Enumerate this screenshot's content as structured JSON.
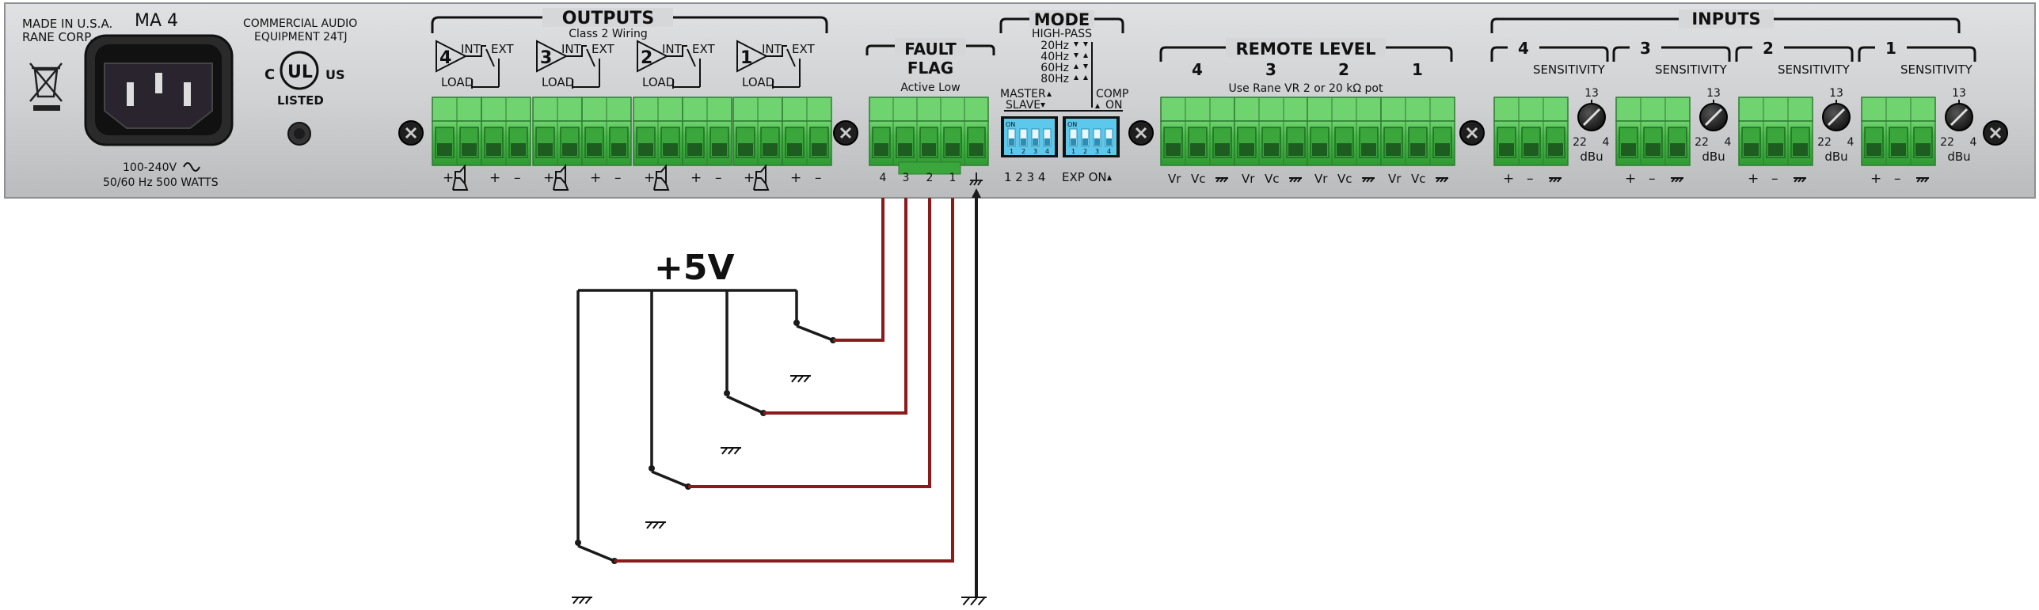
{
  "panel": {
    "made_in": "MADE IN U.S.A.",
    "maker": "RANE CORP.",
    "model": "MA 4",
    "power_voltage": "100-240V",
    "power_rating": "50/60 Hz 500 WATTS",
    "cert_line1": "COMMERCIAL AUDIO",
    "cert_line2": "EQUIPMENT 24TJ",
    "ul_c": "C",
    "ul_ul": "UL",
    "ul_us": "US",
    "ul_listed": "LISTED"
  },
  "outputs": {
    "title": "OUTPUTS",
    "subtitle": "Class 2 Wiring",
    "channels": [
      "4",
      "3",
      "2",
      "1"
    ],
    "int_label": "INT",
    "ext_label": "EXT",
    "load_label": "LOAD",
    "plus": "+",
    "minus": "–"
  },
  "fault": {
    "title1": "FAULT",
    "title2": "FLAG",
    "subtitle": "Active Low",
    "pins": [
      "4",
      "3",
      "2",
      "1"
    ]
  },
  "mode": {
    "title": "MODE",
    "highpass": "HIGH-PASS",
    "freqs": [
      "20Hz",
      "40Hz",
      "60Hz",
      "80Hz"
    ],
    "master": "MASTER",
    "slave": "SLAVE",
    "comp": "COMP",
    "on": "ON",
    "dip_on": "ON",
    "dip_numbers": [
      "1",
      "2",
      "3",
      "4"
    ],
    "switch_numbers": "1 2 3 4",
    "exp_on": "EXP ON"
  },
  "remote": {
    "title": "REMOTE LEVEL",
    "channels": [
      "4",
      "3",
      "2",
      "1"
    ],
    "subtitle": "Use Rane VR 2 or 20 kΩ pot",
    "pin_vr": "Vr",
    "pin_vc": "Vc"
  },
  "inputs": {
    "title": "INPUTS",
    "channels": [
      "4",
      "3",
      "2",
      "1"
    ],
    "sensitivity": "SENSITIVITY",
    "knob_top": "13",
    "knob_left": "22",
    "knob_right": "4",
    "unit": "dBu",
    "plus": "+",
    "minus": "–"
  },
  "schematic": {
    "supply_label": "+5V"
  },
  "colors": {
    "chassis": "#c9cbcd",
    "terminal_green": "#4cbb4c",
    "dip_blue": "#5bc8ec",
    "signal_wire": "#8b1a1a",
    "ground_wire": "#1a1a1a"
  }
}
